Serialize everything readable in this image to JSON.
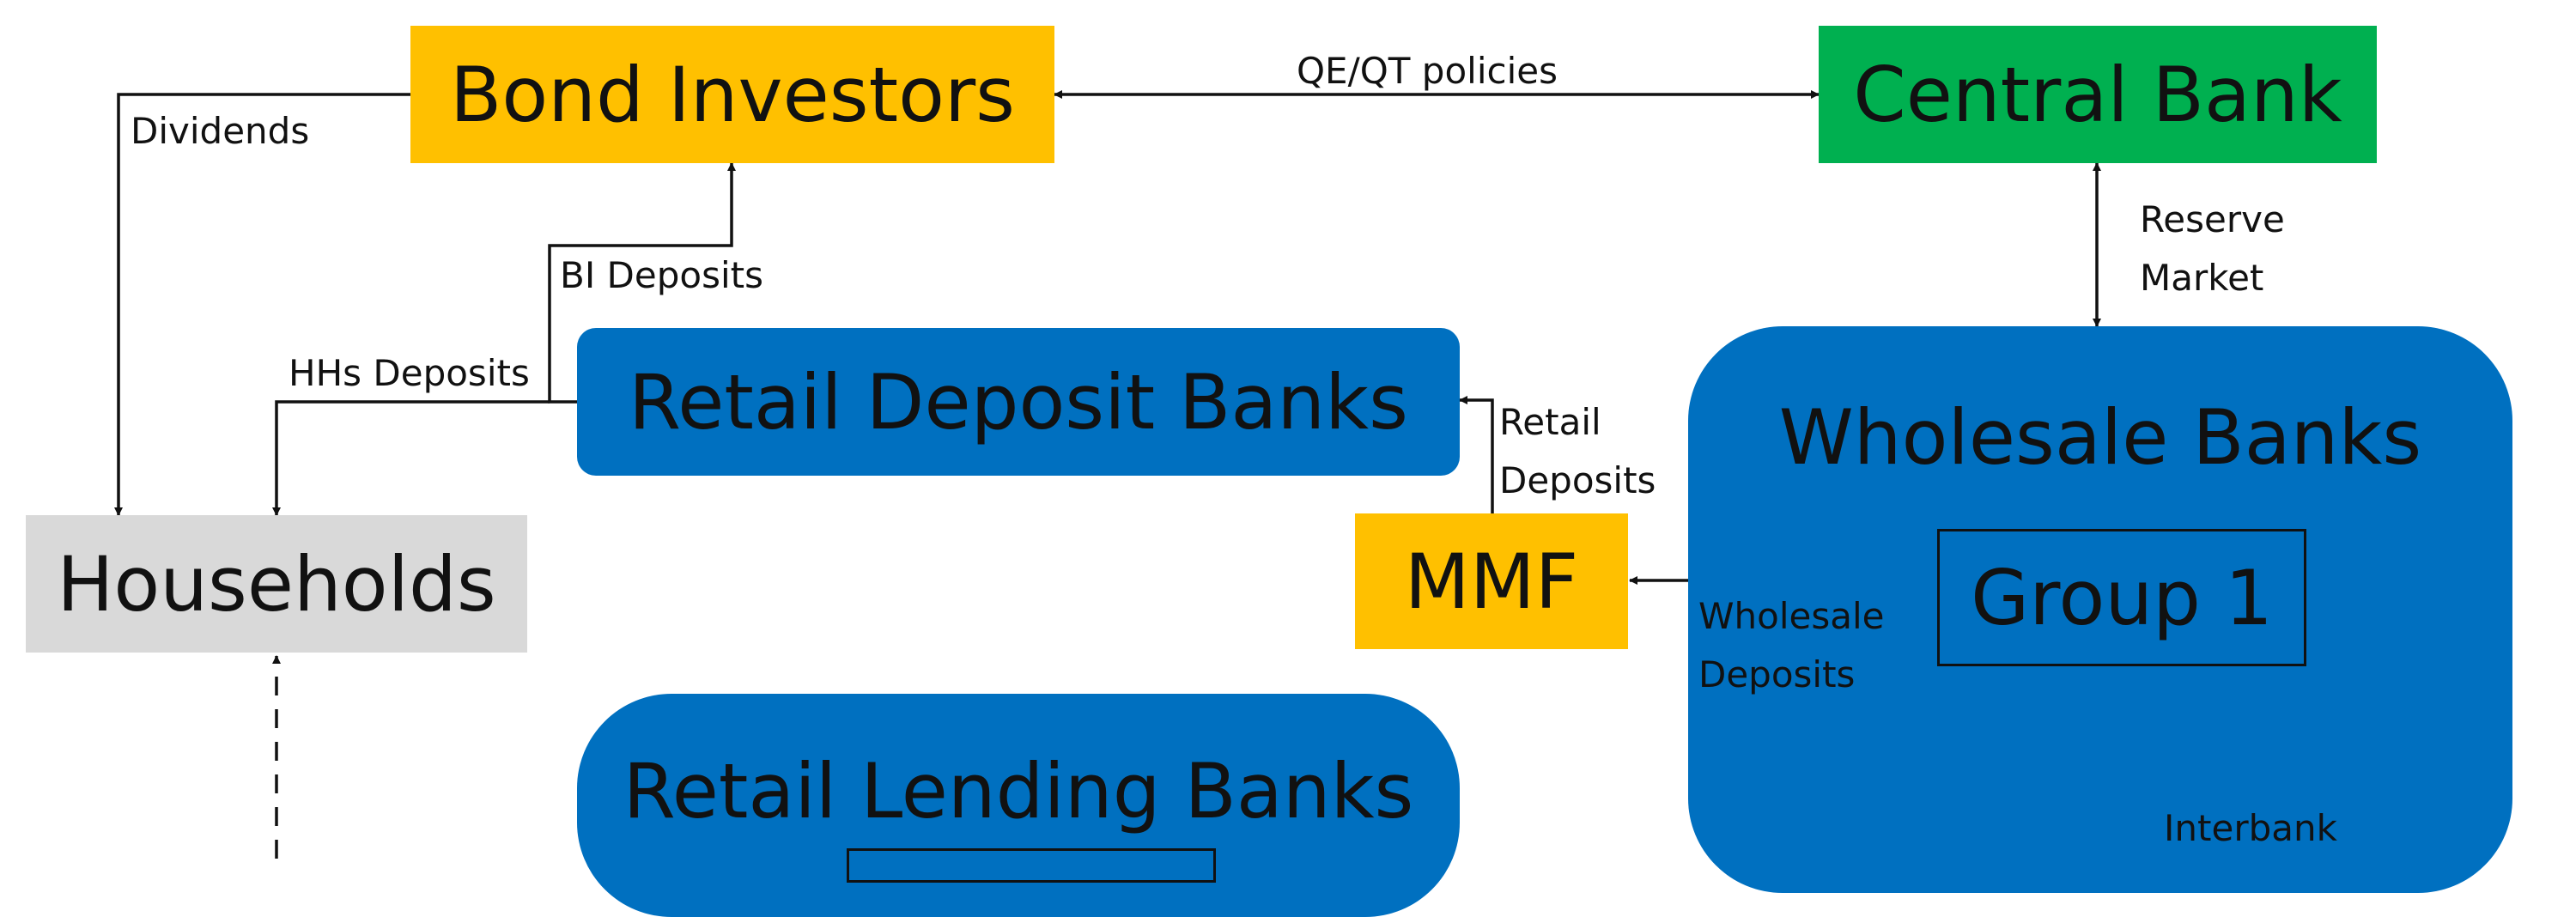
{
  "colors": {
    "gold": "#FFC000",
    "green": "#00B050",
    "blue": "#0070C0",
    "grey": "#D9D9D9",
    "line": "#111111"
  },
  "nodes": {
    "bond_investors": "Bond Investors",
    "central_bank": "Central Bank",
    "households": "Households",
    "retail_deposit_banks": "Retail Deposit Banks",
    "mmf": "MMF",
    "wholesale_banks": "Wholesale Banks",
    "group_1": "Group 1",
    "retail_lending_banks": "Retail Lending Banks"
  },
  "edges": {
    "qe_qt": "QE/QT policies",
    "dividends": "Dividends",
    "bi_deposits": "BI Deposits",
    "hhs_deposits": "HHs Deposits",
    "reserve_market_1": "Reserve",
    "reserve_market_2": "Market",
    "retail_deposits_1": "Retail",
    "retail_deposits_2": "Deposits",
    "wholesale_deposits_1": "Wholesale",
    "wholesale_deposits_2": "Deposits",
    "interbank": "Interbank"
  }
}
